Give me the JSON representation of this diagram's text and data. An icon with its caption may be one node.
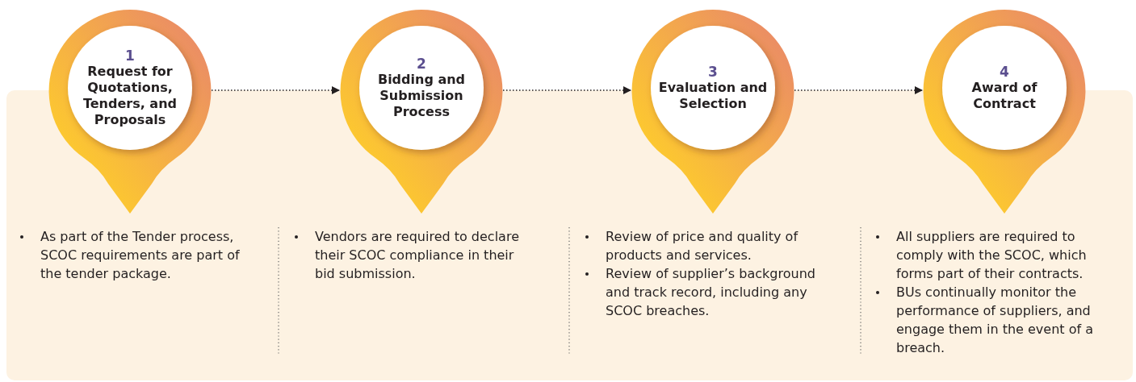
{
  "diagram": {
    "nodes": [
      {
        "text": [
          "1",
          "Request for Quotations, Tenders, and Proposals"
        ],
        "beside": [
          "As part of the Tender process, SCOC requirements are part of the tender package."
        ]
      },
      {
        "text": [
          "2",
          "Bidding and Submission Process"
        ],
        "beside": [
          "Vendors are required to declare their SCOC compliance in their bid submission."
        ]
      },
      {
        "text": [
          "3",
          "Evaluation and Selection"
        ],
        "beside": [
          "Review of price and quality of products and services.",
          "Review of supplier’s background and track record, including any SCOC breaches."
        ]
      },
      {
        "text": [
          "4",
          "Award of Contract"
        ],
        "beside": [
          "All suppliers are required to comply with the SCOC, which forms part of their contracts.",
          "BUs continually monitor the performance of suppliers, and engage them in the event of a breach."
        ]
      }
    ],
    "edges": [
      {
        "from": 0,
        "to": 1,
        "arrow": "to"
      },
      {
        "from": 1,
        "to": 2,
        "arrow": "to"
      },
      {
        "from": 2,
        "to": 3,
        "arrow": "to"
      }
    ]
  }
}
